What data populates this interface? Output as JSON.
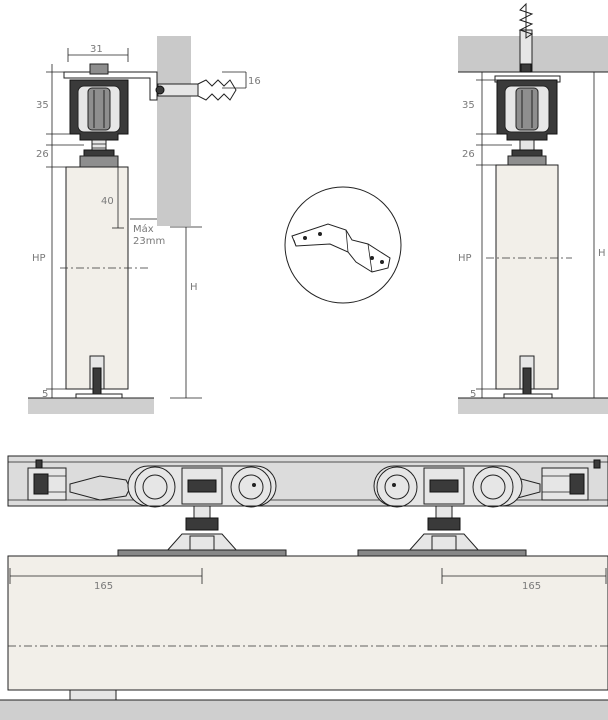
{
  "colors": {
    "wall": "#c9c9c9",
    "floor": "#cfcfcf",
    "door_panel": "#f2efe9",
    "rail": "#dcdcdc",
    "line": "#222222",
    "dimension_text": "#7a7a7a"
  },
  "icons": [
    "wall-anchor-icon",
    "ceiling-anchor-icon",
    "mounting-bracket-icon",
    "roller-wheel-icon",
    "end-stop-icon"
  ],
  "left_view": {
    "dim_width": "31",
    "dim_anchor": "16",
    "dim_roller": "35",
    "dim_plate": "26",
    "dim_gap": "40",
    "dim_max": "Máx",
    "dim_max_value": "23mm",
    "dim_hp": "HP",
    "dim_h": "H",
    "dim_floor": "5"
  },
  "right_view": {
    "dim_roller": "35",
    "dim_plate": "26",
    "dim_hp": "HP",
    "dim_h": "H",
    "dim_floor": "5"
  },
  "bottom_view": {
    "dim_left": "165",
    "dim_right": "165"
  }
}
